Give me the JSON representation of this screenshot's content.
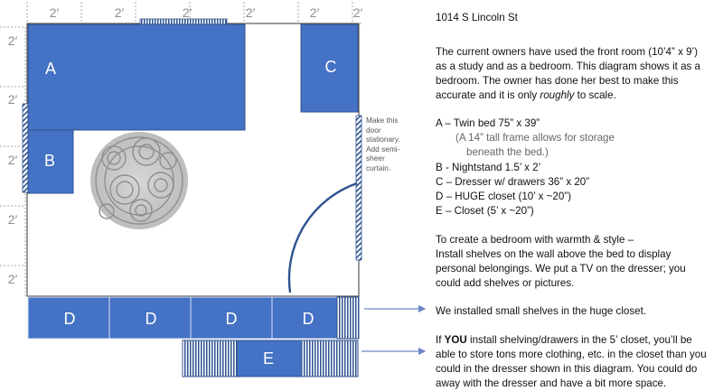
{
  "scale": {
    "top_labels": [
      "2′",
      "2′",
      "2′",
      "2′",
      "2′",
      "2′"
    ],
    "left_labels": [
      "2′",
      "2′",
      "2′",
      "2′",
      "2′"
    ]
  },
  "furniture": {
    "A": "A",
    "B": "B",
    "C": "C",
    "D": [
      "D",
      "D",
      "D",
      "D"
    ],
    "E": "E"
  },
  "door_note": "Make this\ndoor\nstationary.\nAdd semi-\nsheer\ncurtain.",
  "notes": {
    "address": "1014 S Lincoln St",
    "intro": [
      "The current owners have used the front room (10’4” x 9’)",
      "as a study and as a bedroom. This diagram shows it as a",
      "bedroom. The owner has done her best to make this"
    ],
    "intro_last_pre": "accurate and it is only ",
    "intro_last_em": "roughly",
    "intro_last_post": " to scale.",
    "legend": [
      "A – Twin bed 75” x 39”",
      "(A 14” tall frame allows for storage",
      "beneath the bed.)",
      "B - Nightstand 1.5’ x 2’",
      "C – Dresser w/ drawers 36” x 20”",
      "D – HUGE closet (10’ x ~20”)",
      "E – Closet  (5’ x ~20”)"
    ],
    "warmth": [
      "To create a bedroom with warmth & style –",
      "Install shelves on the wall above the bed to display",
      "personal belongings. We put a TV on the dresser; you",
      "could add shelves or pictures."
    ],
    "shelves_note": "We installed small shelves in the huge closet.",
    "closet_pre": "If ",
    "closet_bold": "YOU",
    "closet_post": " install shelving/drawers in the 5’ closet, you’ll be",
    "closet_lines": [
      "able to store tons more clothing, etc. in the closet than you",
      "could in the dresser shown in this diagram.  You could do",
      "away with the dresser and have a bit more space."
    ]
  },
  "colors": {
    "furniture_fill": "#4472c4",
    "furniture_stroke": "#2f528f",
    "wall": "#5a5a5a",
    "grid": "#aaaaaa",
    "arrow": "#6b86c4"
  }
}
